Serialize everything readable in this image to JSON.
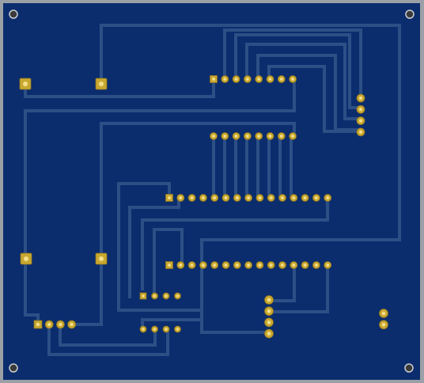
{
  "board": {
    "colors": {
      "frame": "#9aa0a6",
      "substrate": "#0b2d6e",
      "trace": "#2c4f86",
      "pad_gold": "#c9a830",
      "pad_highlight": "#f2df8c",
      "drill_hole": "#3a3a3a"
    },
    "mounting_holes": 4,
    "components": [
      {
        "ref": "header-top-left",
        "pins": 1
      },
      {
        "ref": "header-top-mid",
        "pins": 1
      },
      {
        "ref": "header-mid-left",
        "pins": 1
      },
      {
        "ref": "header-mid-mid",
        "pins": 1
      },
      {
        "ref": "ic-row-a",
        "pins": 8
      },
      {
        "ref": "ic-row-b",
        "pins": 8
      },
      {
        "ref": "connector-right-vertical",
        "pins": 4
      },
      {
        "ref": "ic-row-c",
        "pins": 15
      },
      {
        "ref": "ic-row-d",
        "pins": 15
      },
      {
        "ref": "small-chip-top",
        "pins": 4
      },
      {
        "ref": "small-chip-bottom",
        "pins": 4
      },
      {
        "ref": "connector-bottom-left",
        "pins": 4
      },
      {
        "ref": "connector-bottom-center",
        "pins": 4
      },
      {
        "ref": "connector-bottom-right",
        "pins": 2
      }
    ]
  }
}
